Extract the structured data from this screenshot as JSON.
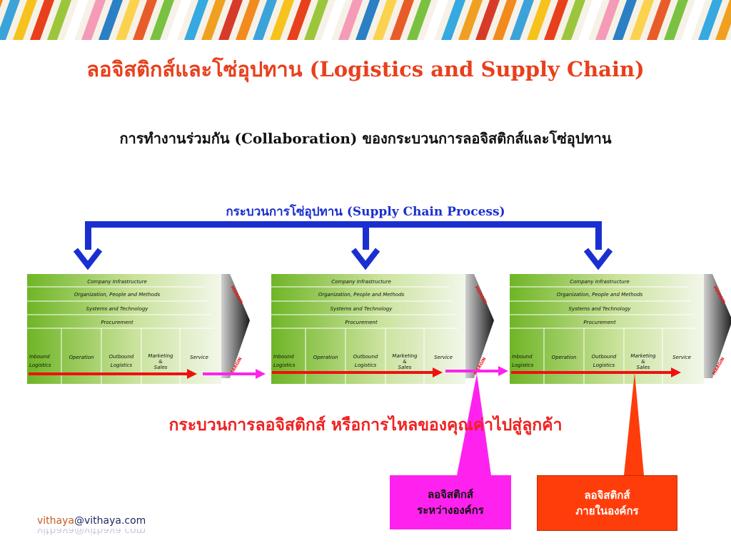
{
  "title": "ลอจิสติกส์และโซ่อุปทาน (Logistics and Supply Chain)",
  "subtitle": "การทำงานร่วมกัน (Collaboration) ของกระบวนการลอจิสติกส์และโซ่อุปทาน",
  "supply_chain_label": "กระบวนการโซ่อุปทาน (Supply Chain Process)",
  "logistics_flow_label": "กระบวนการลอจิสติกส์ หรือการไหลของคุณค่าไปสู่ลูกค้า",
  "value_chain": {
    "support_activities": [
      "Company Infrastructure",
      "Organization, People and Methods",
      "Systems and Technology",
      "Procurement"
    ],
    "primary_activities": [
      {
        "line1": "Inbound",
        "line2": "Logistics",
        "line3": ""
      },
      {
        "line1": "Operation",
        "line2": "",
        "line3": ""
      },
      {
        "line1": "Outbound",
        "line2": "Logistics",
        "line3": ""
      },
      {
        "line1": "Marketing",
        "line2": "&",
        "line3": "Sales"
      },
      {
        "line1": "Service",
        "line2": "",
        "line3": ""
      }
    ],
    "margin_label": "MARGIN"
  },
  "boxes": {
    "inter_org": {
      "line1": "ลอจิสติกส์",
      "line2": "ระหว่างองค์กร"
    },
    "intra_org": {
      "line1": "ลอจิสติกส์",
      "line2": "ภายในองค์กร"
    }
  },
  "footer": {
    "user": "vithaya",
    "domain": "@vithaya.com"
  },
  "colors": {
    "title": "#e8401c",
    "supply_chain_arrows": "#1a2fd0",
    "logistics_flow": "#ee2222",
    "inter_org": "#ff22ee",
    "intra_org": "#ff3d0a"
  },
  "icons": [
    "blue-down-arrow",
    "red-flow-arrow",
    "magenta-link-arrow",
    "chevron-margin"
  ]
}
